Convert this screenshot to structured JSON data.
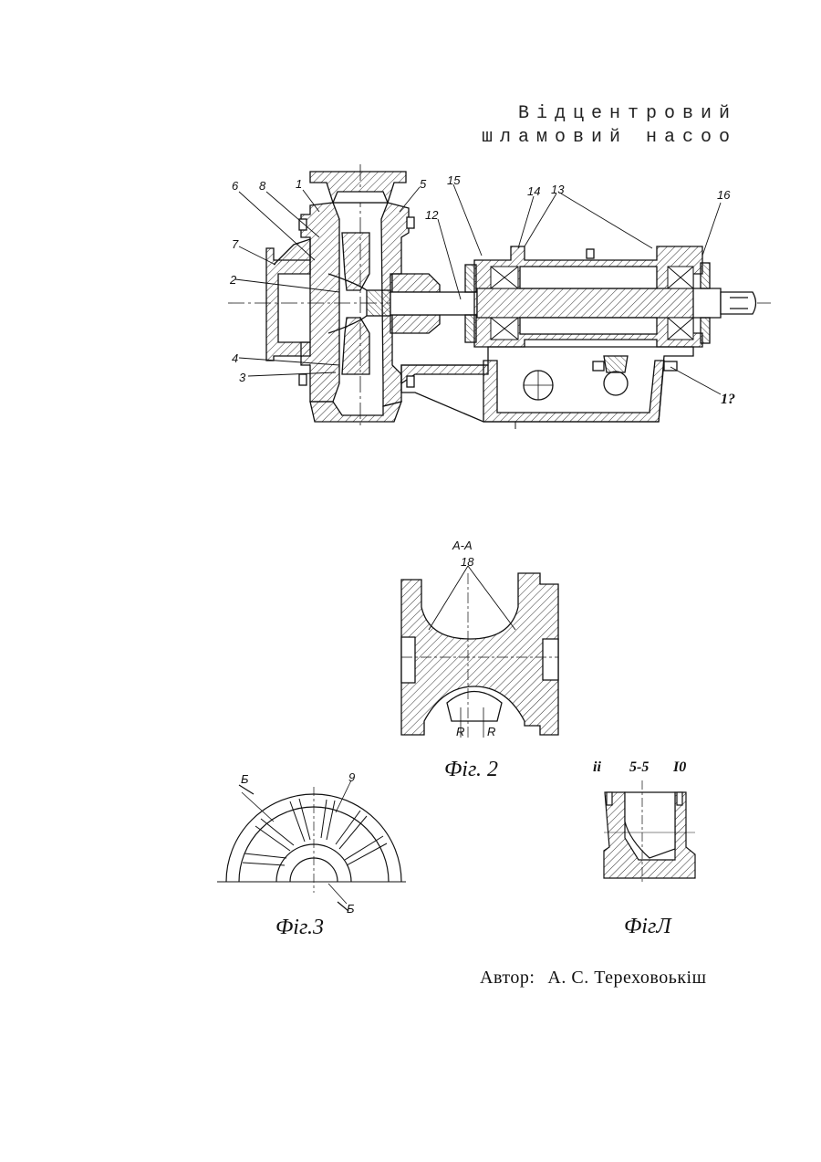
{
  "title": {
    "line1": "Відцентровий",
    "line2": "шламовий насоо"
  },
  "fig1": {
    "labels": {
      "l6": "6",
      "l8": "8",
      "l1": "1",
      "l5": "5",
      "l15": "15",
      "l14": "14",
      "l13": "13",
      "l16": "16",
      "l12": "12",
      "l7": "7",
      "l2": "2",
      "l4": "4",
      "l3": "3",
      "l17": "1?"
    }
  },
  "fig2": {
    "section": "А-А",
    "label18": "18",
    "r1": "R",
    "r2": "R",
    "caption": "Фіг. 2"
  },
  "fig3": {
    "b_top": "Б",
    "b_bottom": "Б",
    "label9": "9",
    "caption": "Фіг.3"
  },
  "fig4": {
    "label11": "ii",
    "section": "5-5",
    "label10": "I0",
    "caption": "ФігЛ"
  },
  "author": {
    "label": "Автор:",
    "name": "А. С. Тереховоькіш"
  },
  "colors": {
    "ink": "#111111",
    "paper": "#ffffff"
  }
}
